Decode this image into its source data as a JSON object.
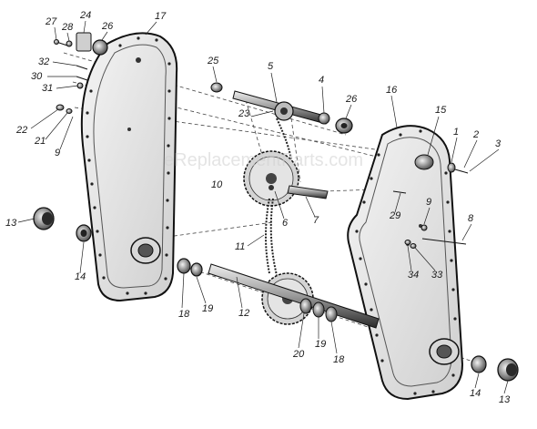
{
  "diagram": {
    "watermark": "eReplacementParts.com",
    "callouts": [
      {
        "id": "c27",
        "text": "27"
      },
      {
        "id": "c28",
        "text": "28"
      },
      {
        "id": "c24",
        "text": "24"
      },
      {
        "id": "c26a",
        "text": "26"
      },
      {
        "id": "c17",
        "text": "17"
      },
      {
        "id": "c32",
        "text": "32"
      },
      {
        "id": "c30",
        "text": "30"
      },
      {
        "id": "c31",
        "text": "31"
      },
      {
        "id": "c22",
        "text": "22"
      },
      {
        "id": "c21",
        "text": "21"
      },
      {
        "id": "c9a",
        "text": "9"
      },
      {
        "id": "c25",
        "text": "25"
      },
      {
        "id": "c5",
        "text": "5"
      },
      {
        "id": "c4",
        "text": "4"
      },
      {
        "id": "c26b",
        "text": "26"
      },
      {
        "id": "c23",
        "text": "23"
      },
      {
        "id": "c16",
        "text": "16"
      },
      {
        "id": "c15",
        "text": "15"
      },
      {
        "id": "c1",
        "text": "1"
      },
      {
        "id": "c2",
        "text": "2"
      },
      {
        "id": "c3",
        "text": "3"
      },
      {
        "id": "c10",
        "text": "10"
      },
      {
        "id": "c7",
        "text": "7"
      },
      {
        "id": "c6",
        "text": "6"
      },
      {
        "id": "c29",
        "text": "29"
      },
      {
        "id": "c9b",
        "text": "9"
      },
      {
        "id": "c8",
        "text": "8"
      },
      {
        "id": "c11",
        "text": "11"
      },
      {
        "id": "c13a",
        "text": "13"
      },
      {
        "id": "c14a",
        "text": "14"
      },
      {
        "id": "c34",
        "text": "34"
      },
      {
        "id": "c33",
        "text": "33"
      },
      {
        "id": "c18a",
        "text": "18"
      },
      {
        "id": "c19a",
        "text": "19"
      },
      {
        "id": "c12",
        "text": "12"
      },
      {
        "id": "c20",
        "text": "20"
      },
      {
        "id": "c19b",
        "text": "19"
      },
      {
        "id": "c18b",
        "text": "18"
      },
      {
        "id": "c14b",
        "text": "14"
      },
      {
        "id": "c13b",
        "text": "13"
      }
    ]
  }
}
